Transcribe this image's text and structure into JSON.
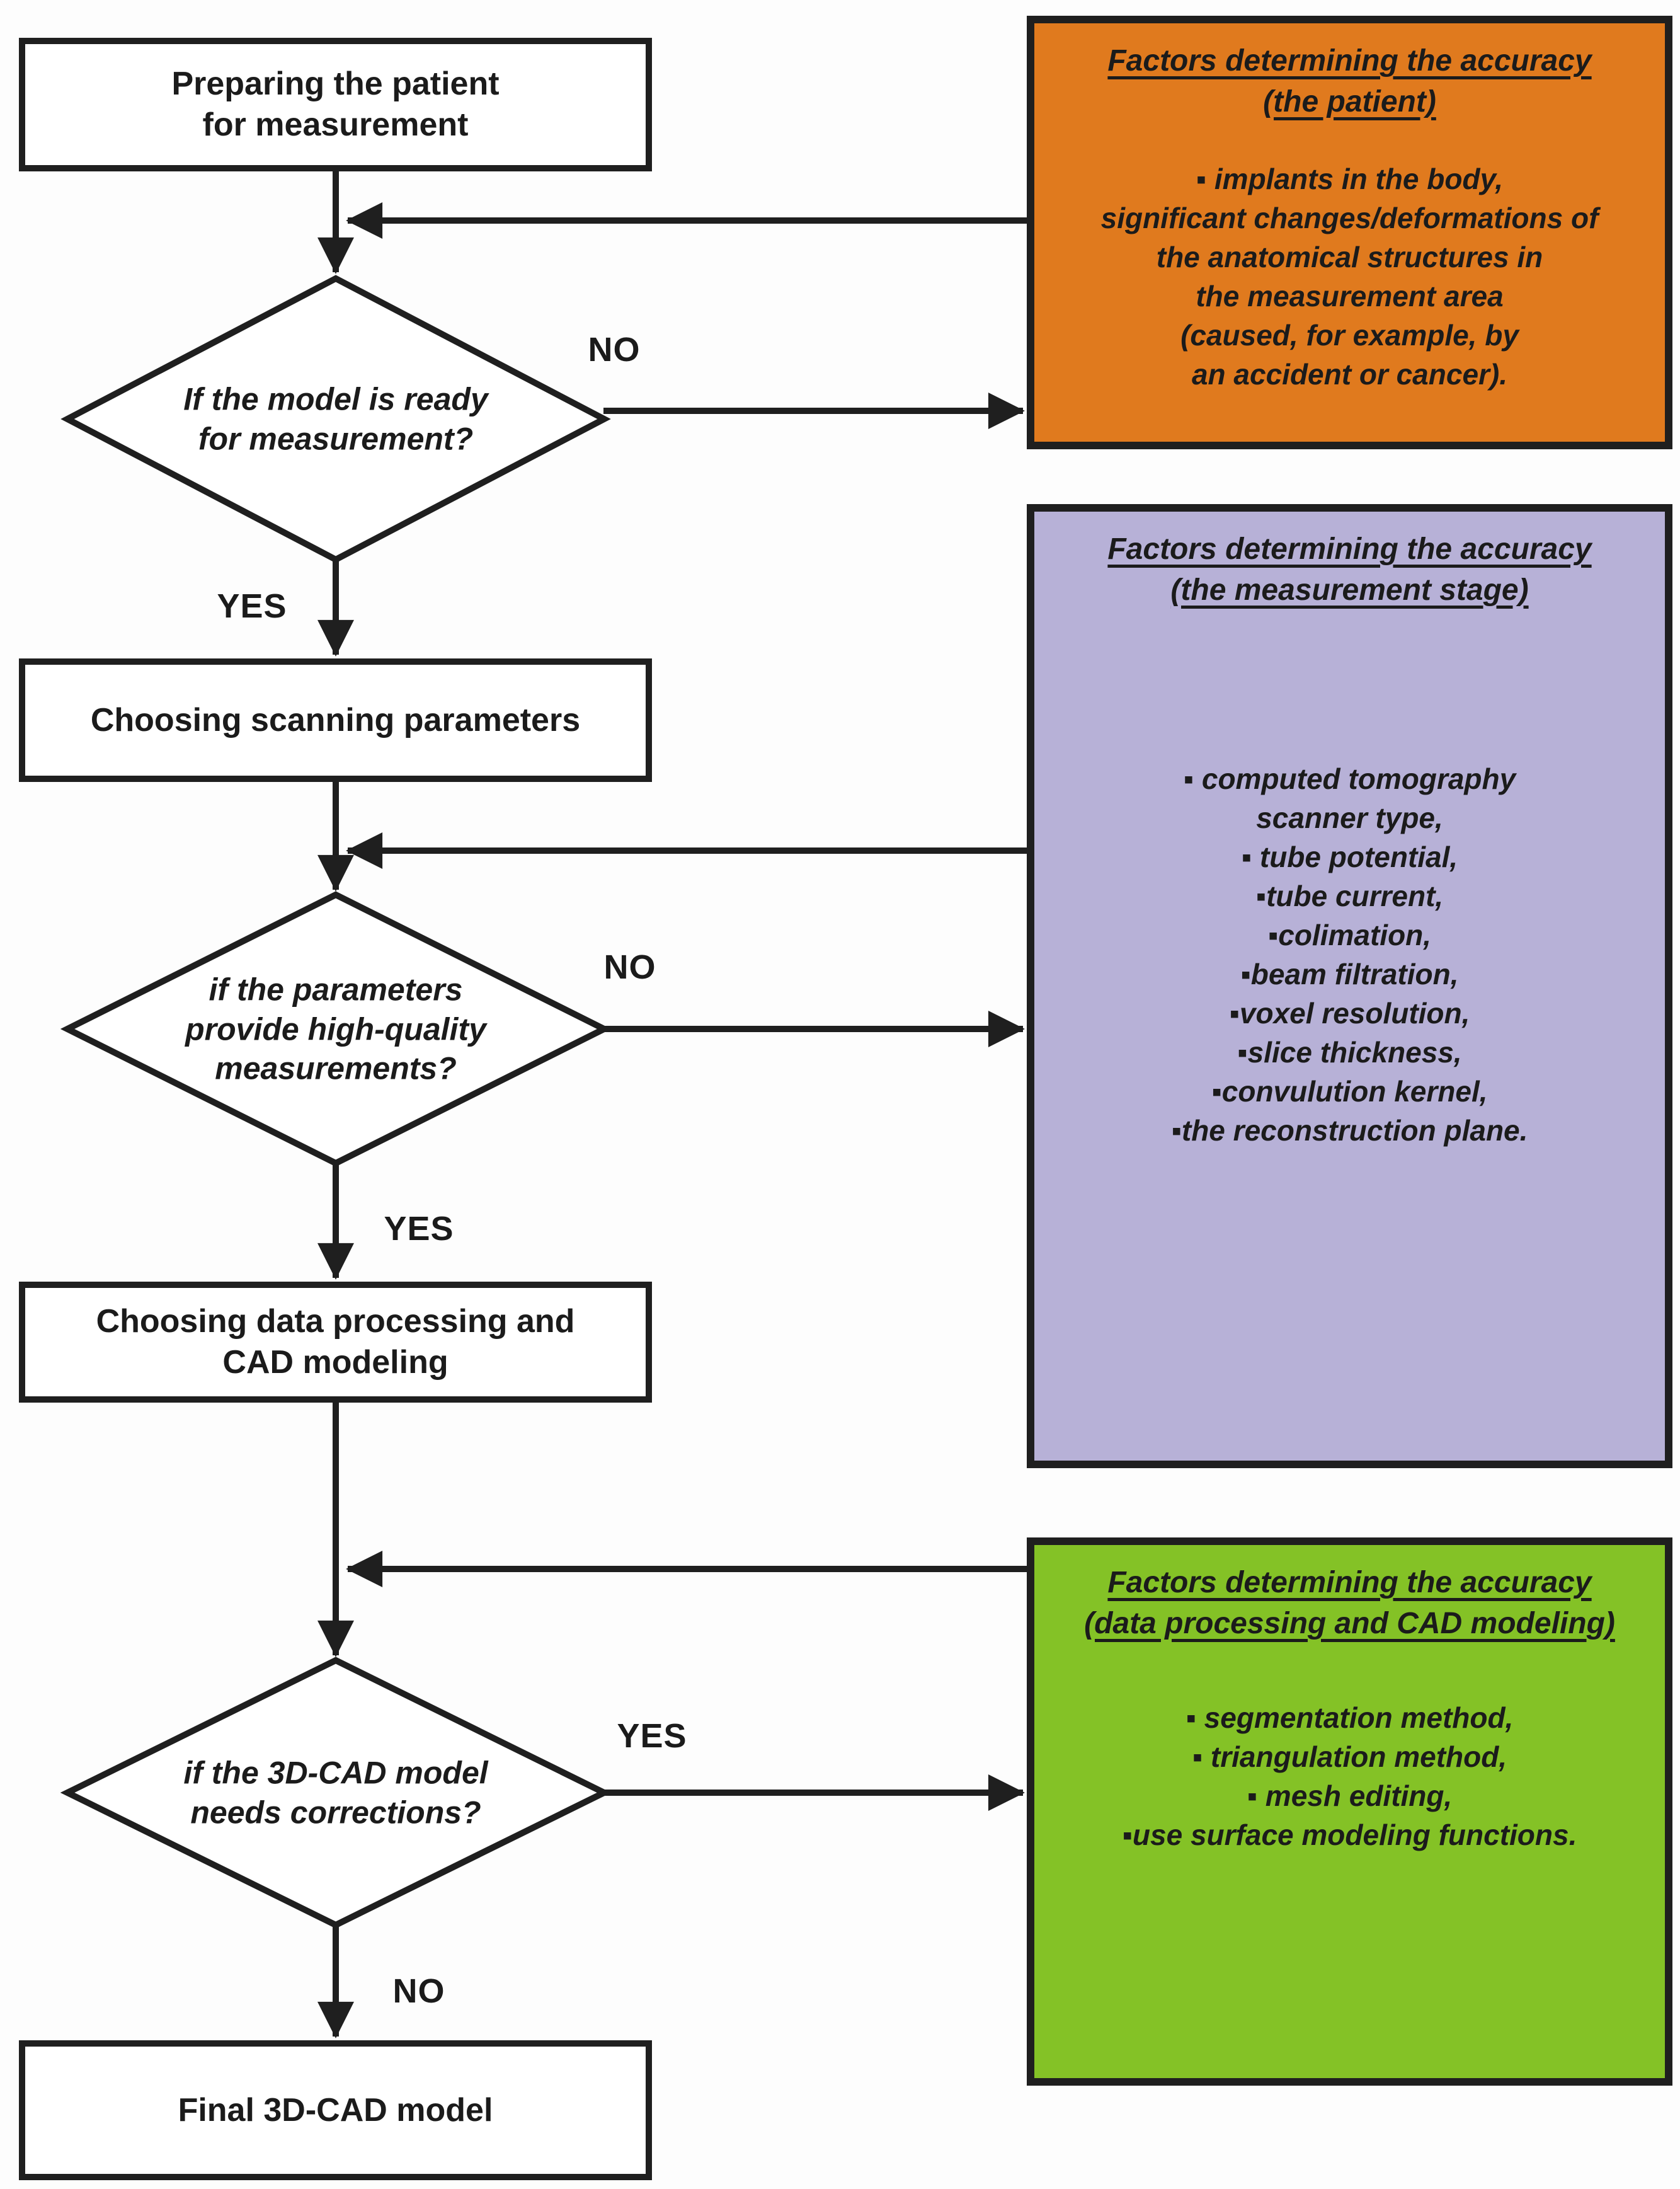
{
  "flow": {
    "box1": {
      "label": "Preparing the patient\nfor measurement"
    },
    "decision1": {
      "label": "If the model is ready\nfor measurement?",
      "no": "NO",
      "yes": "YES"
    },
    "box2": {
      "label": "Choosing scanning parameters"
    },
    "decision2": {
      "label": "if the parameters\nprovide high-quality\nmeasurements?",
      "no": "NO",
      "yes": "YES"
    },
    "box3": {
      "label": "Choosing data processing and\nCAD modeling"
    },
    "decision3": {
      "label": "if the 3D-CAD model\nneeds corrections?",
      "yes": "YES",
      "no": "NO"
    },
    "box4": {
      "label": "Final 3D-CAD model"
    }
  },
  "factors": {
    "patient": {
      "title": "Factors determining the accuracy\n(the patient)",
      "items": [
        "▪ implants in the body,",
        "significant changes/deformations of",
        "the anatomical structures in",
        "the measurement area",
        "(caused, for example, by",
        "an accident or cancer)."
      ],
      "color": "#E07A1E"
    },
    "measurement": {
      "title": "Factors determining the accuracy\n(the measurement stage)",
      "items": [
        "▪ computed tomography",
        "scanner type,",
        "▪ tube potential,",
        "▪tube current,",
        "▪colimation,",
        "▪beam filtration,",
        "▪voxel resolution,",
        "▪slice thickness,",
        "▪convulution kernel,",
        "▪the reconstruction plane."
      ],
      "color": "#B7B1D7"
    },
    "cad": {
      "title": "Factors determining the accuracy\n(data processing and CAD modeling)",
      "items": [
        "▪ segmentation method,",
        "▪ triangulation method,",
        "▪ mesh editing,",
        "▪use surface modeling functions."
      ],
      "color": "#84C226"
    }
  },
  "colors": {
    "line": "#1F1F1F",
    "background": "#FDFDFD"
  }
}
